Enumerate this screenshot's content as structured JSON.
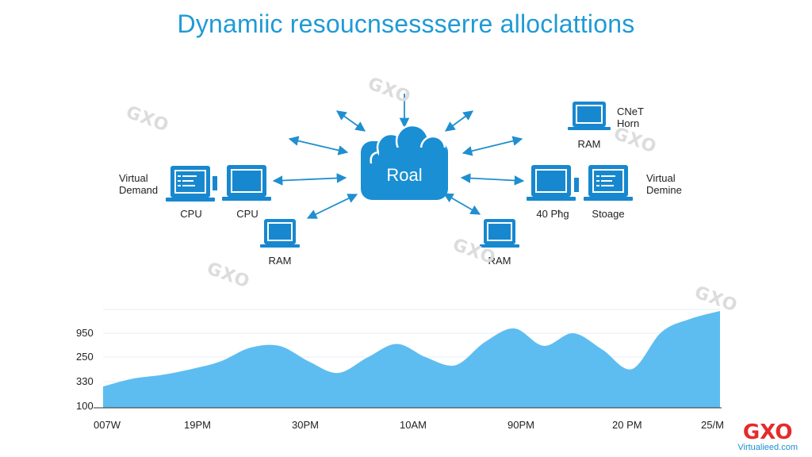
{
  "title": "Dynamiic resoucnsessserre alloclattions",
  "center_node": {
    "label": "Roal"
  },
  "nodes": {
    "virtual_demand": "Virtual\nDemand",
    "cpu_left_1": "CPU",
    "cpu_left_2": "CPU",
    "ram_left": "RAM",
    "cnet_horn": "CNeT\nHorn",
    "ram_top_right": "RAM",
    "virtual_demine": "Virtual\nDemine",
    "node_40_right": "40 Pħg",
    "storage": "Stoage",
    "ram_bottom_right": "RAM"
  },
  "watermark": "GXO",
  "logo": {
    "mark": "GXO",
    "site": "Virtualieed.com"
  },
  "colors": {
    "accent": "#1f9ad6",
    "area_fill": "#5dbdf0",
    "device": "#1788cf"
  },
  "chart_data": {
    "type": "area",
    "y_tick_labels": [
      "950",
      "250",
      "330",
      "100"
    ],
    "x_tick_labels": [
      "007W",
      "19PM",
      "30PM",
      "10AM",
      "90PM",
      "20 PM",
      "25/M"
    ],
    "series": [
      {
        "values": [
          0.22,
          0.3,
          0.34,
          0.4,
          0.48,
          0.62,
          0.64,
          0.48,
          0.36,
          0.52,
          0.66,
          0.52,
          0.44,
          0.68,
          0.82,
          0.64,
          0.77,
          0.6,
          0.4,
          0.78,
          0.92,
          1.0
        ]
      }
    ],
    "grid": true
  }
}
